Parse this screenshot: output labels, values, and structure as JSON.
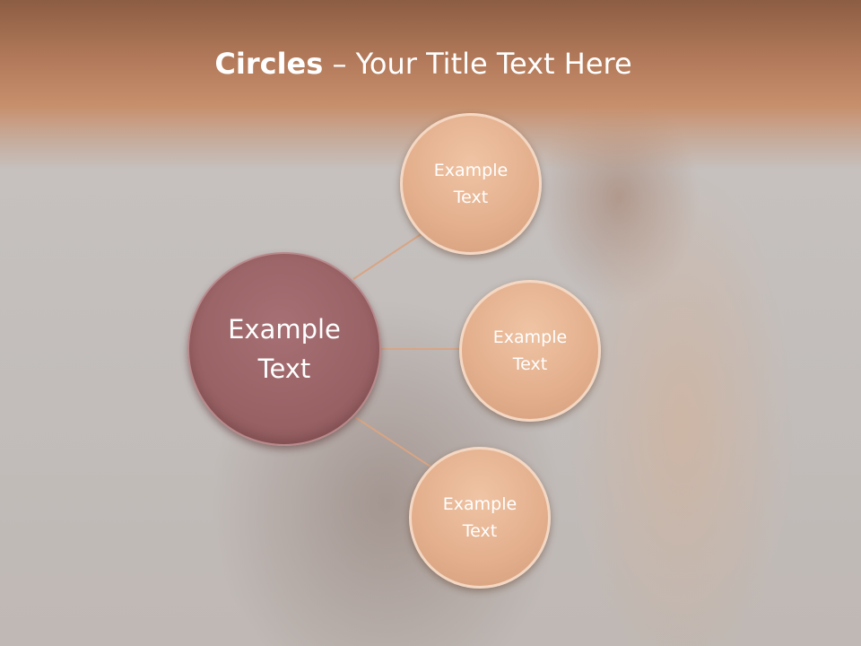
{
  "slide": {
    "title_bold": "Circles",
    "title_rest": " – Your Title Text Here"
  },
  "diagram": {
    "center": {
      "line1": "Example",
      "line2": "Text"
    },
    "satellites": [
      {
        "line1": "Example",
        "line2": "Text"
      },
      {
        "line1": "Example",
        "line2": "Text"
      },
      {
        "line1": "Example",
        "line2": "Text"
      }
    ]
  },
  "colors": {
    "header": "#b27a5a",
    "center_circle": "#9a6366",
    "satellite_circle": "#e4b08e",
    "connector": "#d7a585",
    "text": "#ffffff"
  }
}
